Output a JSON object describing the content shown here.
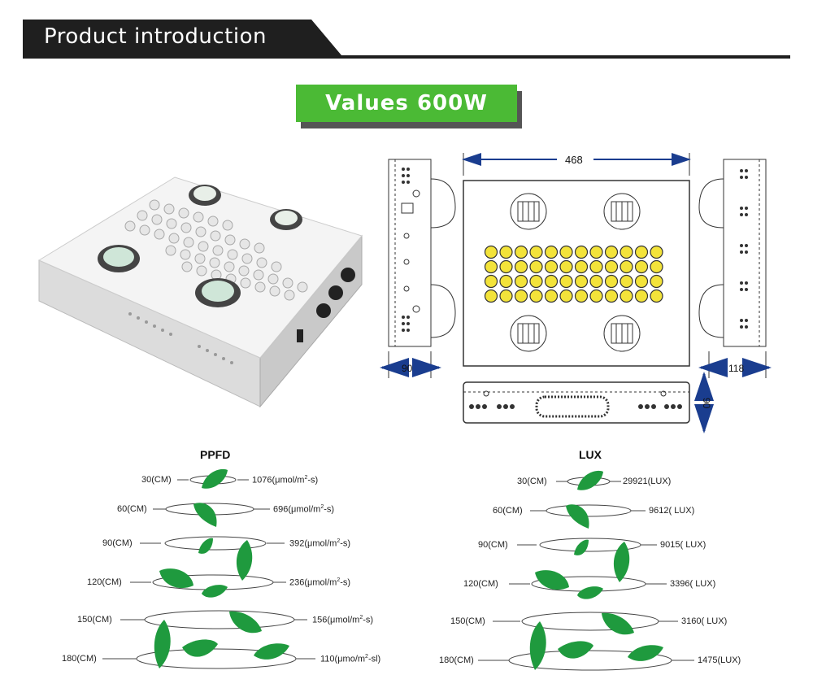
{
  "header": {
    "title": "Product introduction"
  },
  "badge": {
    "text": "Values 600W"
  },
  "dimensions": {
    "width_top": "468",
    "side_left_bottom": "90",
    "side_right_bottom": "118",
    "bottom_right": "90"
  },
  "ppfd": {
    "title": "PPFD",
    "rows": [
      {
        "height": "30(CM)",
        "value": "1076(",
        "unit": "μmol/m",
        "exp": "2",
        "tail": "-s)"
      },
      {
        "height": "60(CM)",
        "value": "696(",
        "unit": "μmol/m",
        "exp": "2",
        "tail": "-s)"
      },
      {
        "height": "90(CM)",
        "value": "392(",
        "unit": "μmol/m",
        "exp": "2",
        "tail": "-s)"
      },
      {
        "height": "120(CM)",
        "value": "236(",
        "unit": "μmol/m",
        "exp": "2",
        "tail": "-s)"
      },
      {
        "height": "150(CM)",
        "value": "156(",
        "unit": "μmol/m",
        "exp": "2",
        "tail": "-s)"
      },
      {
        "height": "180(CM)",
        "value": "110(",
        "unit": "μmo/m",
        "exp": "2",
        "tail": "-sl)"
      }
    ]
  },
  "lux": {
    "title": "LUX",
    "rows": [
      {
        "height": "30(CM)",
        "value": "29921(LUX)"
      },
      {
        "height": "60(CM)",
        "value": "9612(  LUX)"
      },
      {
        "height": "90(CM)",
        "value": "9015( LUX)"
      },
      {
        "height": "120(CM)",
        "value": "3396(  LUX)"
      },
      {
        "height": "150(CM)",
        "value": "3160(  LUX)"
      },
      {
        "height": "180(CM)",
        "value": "1475(LUX)"
      }
    ]
  },
  "colors": {
    "accent_green": "#4bba35",
    "leaf_green": "#1f9a3e",
    "arrow_blue": "#1a3d8f",
    "dark": "#1f1f1f"
  }
}
